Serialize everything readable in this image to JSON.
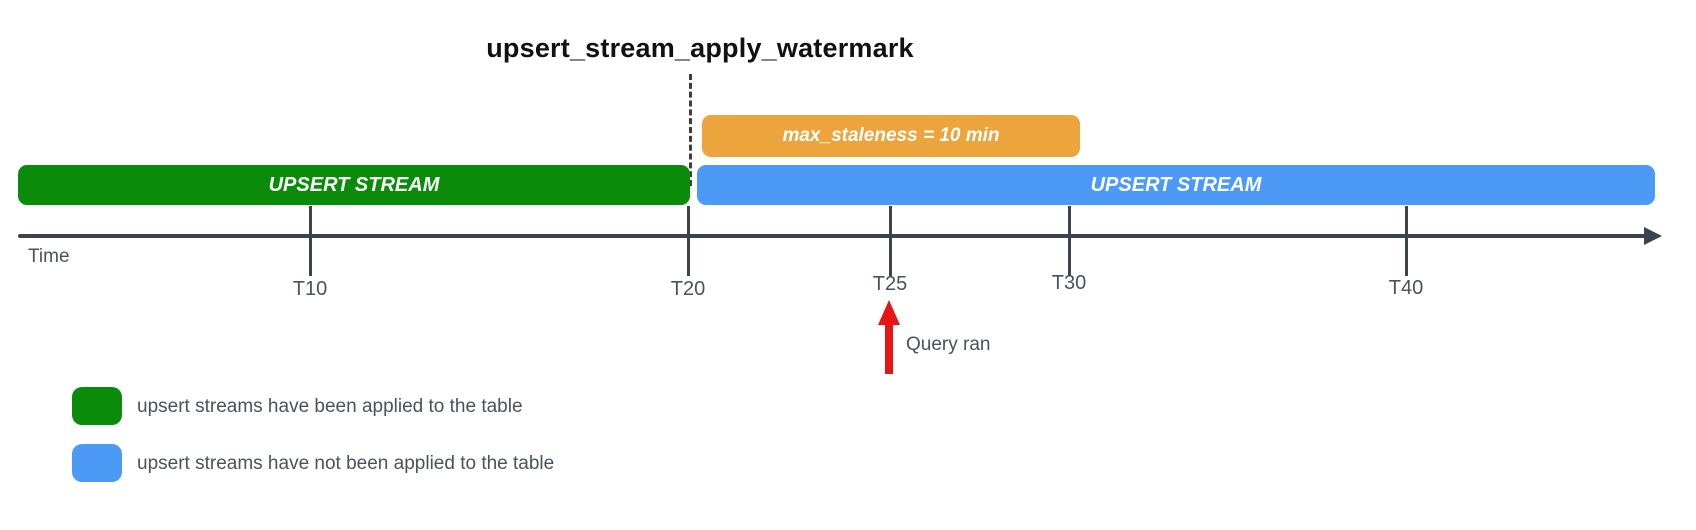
{
  "title": "upsert_stream_apply_watermark",
  "colors": {
    "green": "#0a8c0a",
    "blue": "#4c99f6",
    "orange": "#eca43c",
    "axis": "#3c434e",
    "text": "#4b525e",
    "red": "#e81515"
  },
  "bars": {
    "staleness": {
      "label": "max_staleness = 10 min"
    },
    "applied": {
      "label": "UPSERT STREAM"
    },
    "not_applied": {
      "label": "UPSERT STREAM"
    }
  },
  "timeline": {
    "axis_label": "Time",
    "ticks": [
      {
        "label": "T10"
      },
      {
        "label": "T20"
      },
      {
        "label": "T25"
      },
      {
        "label": "T30"
      },
      {
        "label": "T40"
      }
    ]
  },
  "annotation": {
    "query_label": "Query ran"
  },
  "legend": {
    "items": [
      {
        "label": "upsert streams have been applied to the table"
      },
      {
        "label": "upsert streams have not been applied to the table"
      }
    ]
  }
}
